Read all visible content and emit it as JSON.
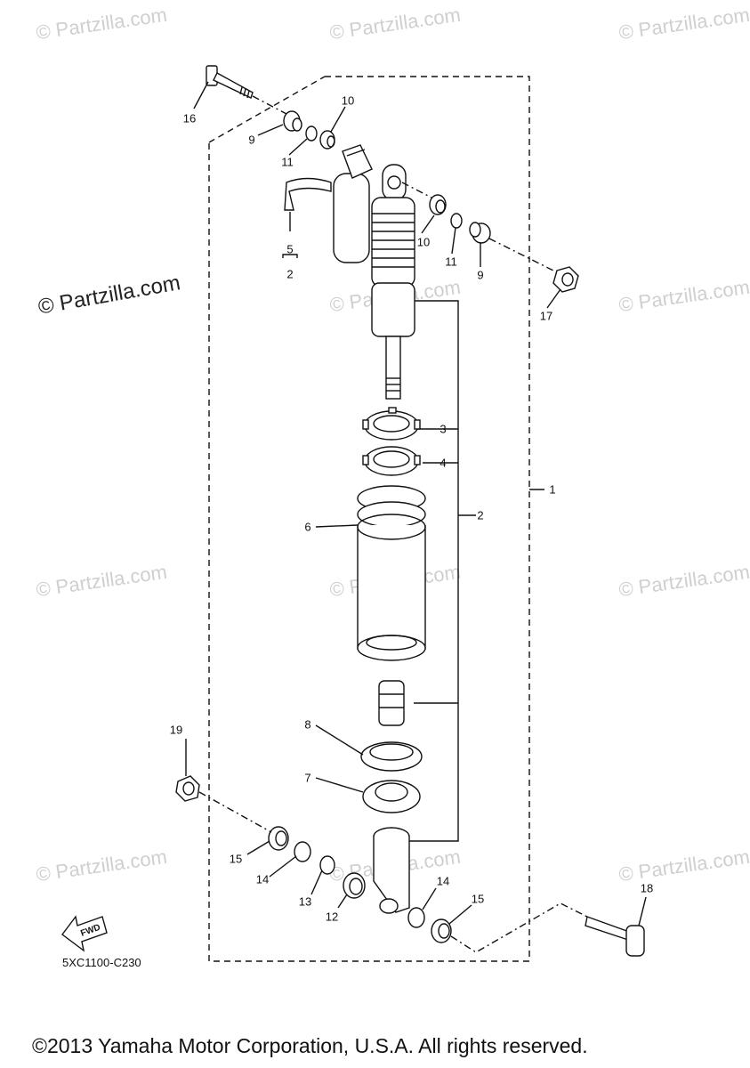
{
  "watermark": "© Partzilla.com",
  "watermark_main": "© Partzilla.com",
  "callouts": {
    "c1": "1",
    "c2a": "2",
    "c2b": "2",
    "c3": "3",
    "c4": "4",
    "c5": "5",
    "c6": "6",
    "c7": "7",
    "c8": "8",
    "c9a": "9",
    "c9b": "9",
    "c10a": "10",
    "c10b": "10",
    "c11a": "11",
    "c11b": "11",
    "c12": "12",
    "c13": "13",
    "c14a": "14",
    "c14b": "14",
    "c15a": "15",
    "c15b": "15",
    "c16": "16",
    "c17": "17",
    "c18": "18",
    "c19": "19"
  },
  "fwd_label": "FWD",
  "diagram_code": "5XC1100-C230",
  "copyright": "©2013 Yamaha Motor Corporation, U.S.A. All rights reserved."
}
